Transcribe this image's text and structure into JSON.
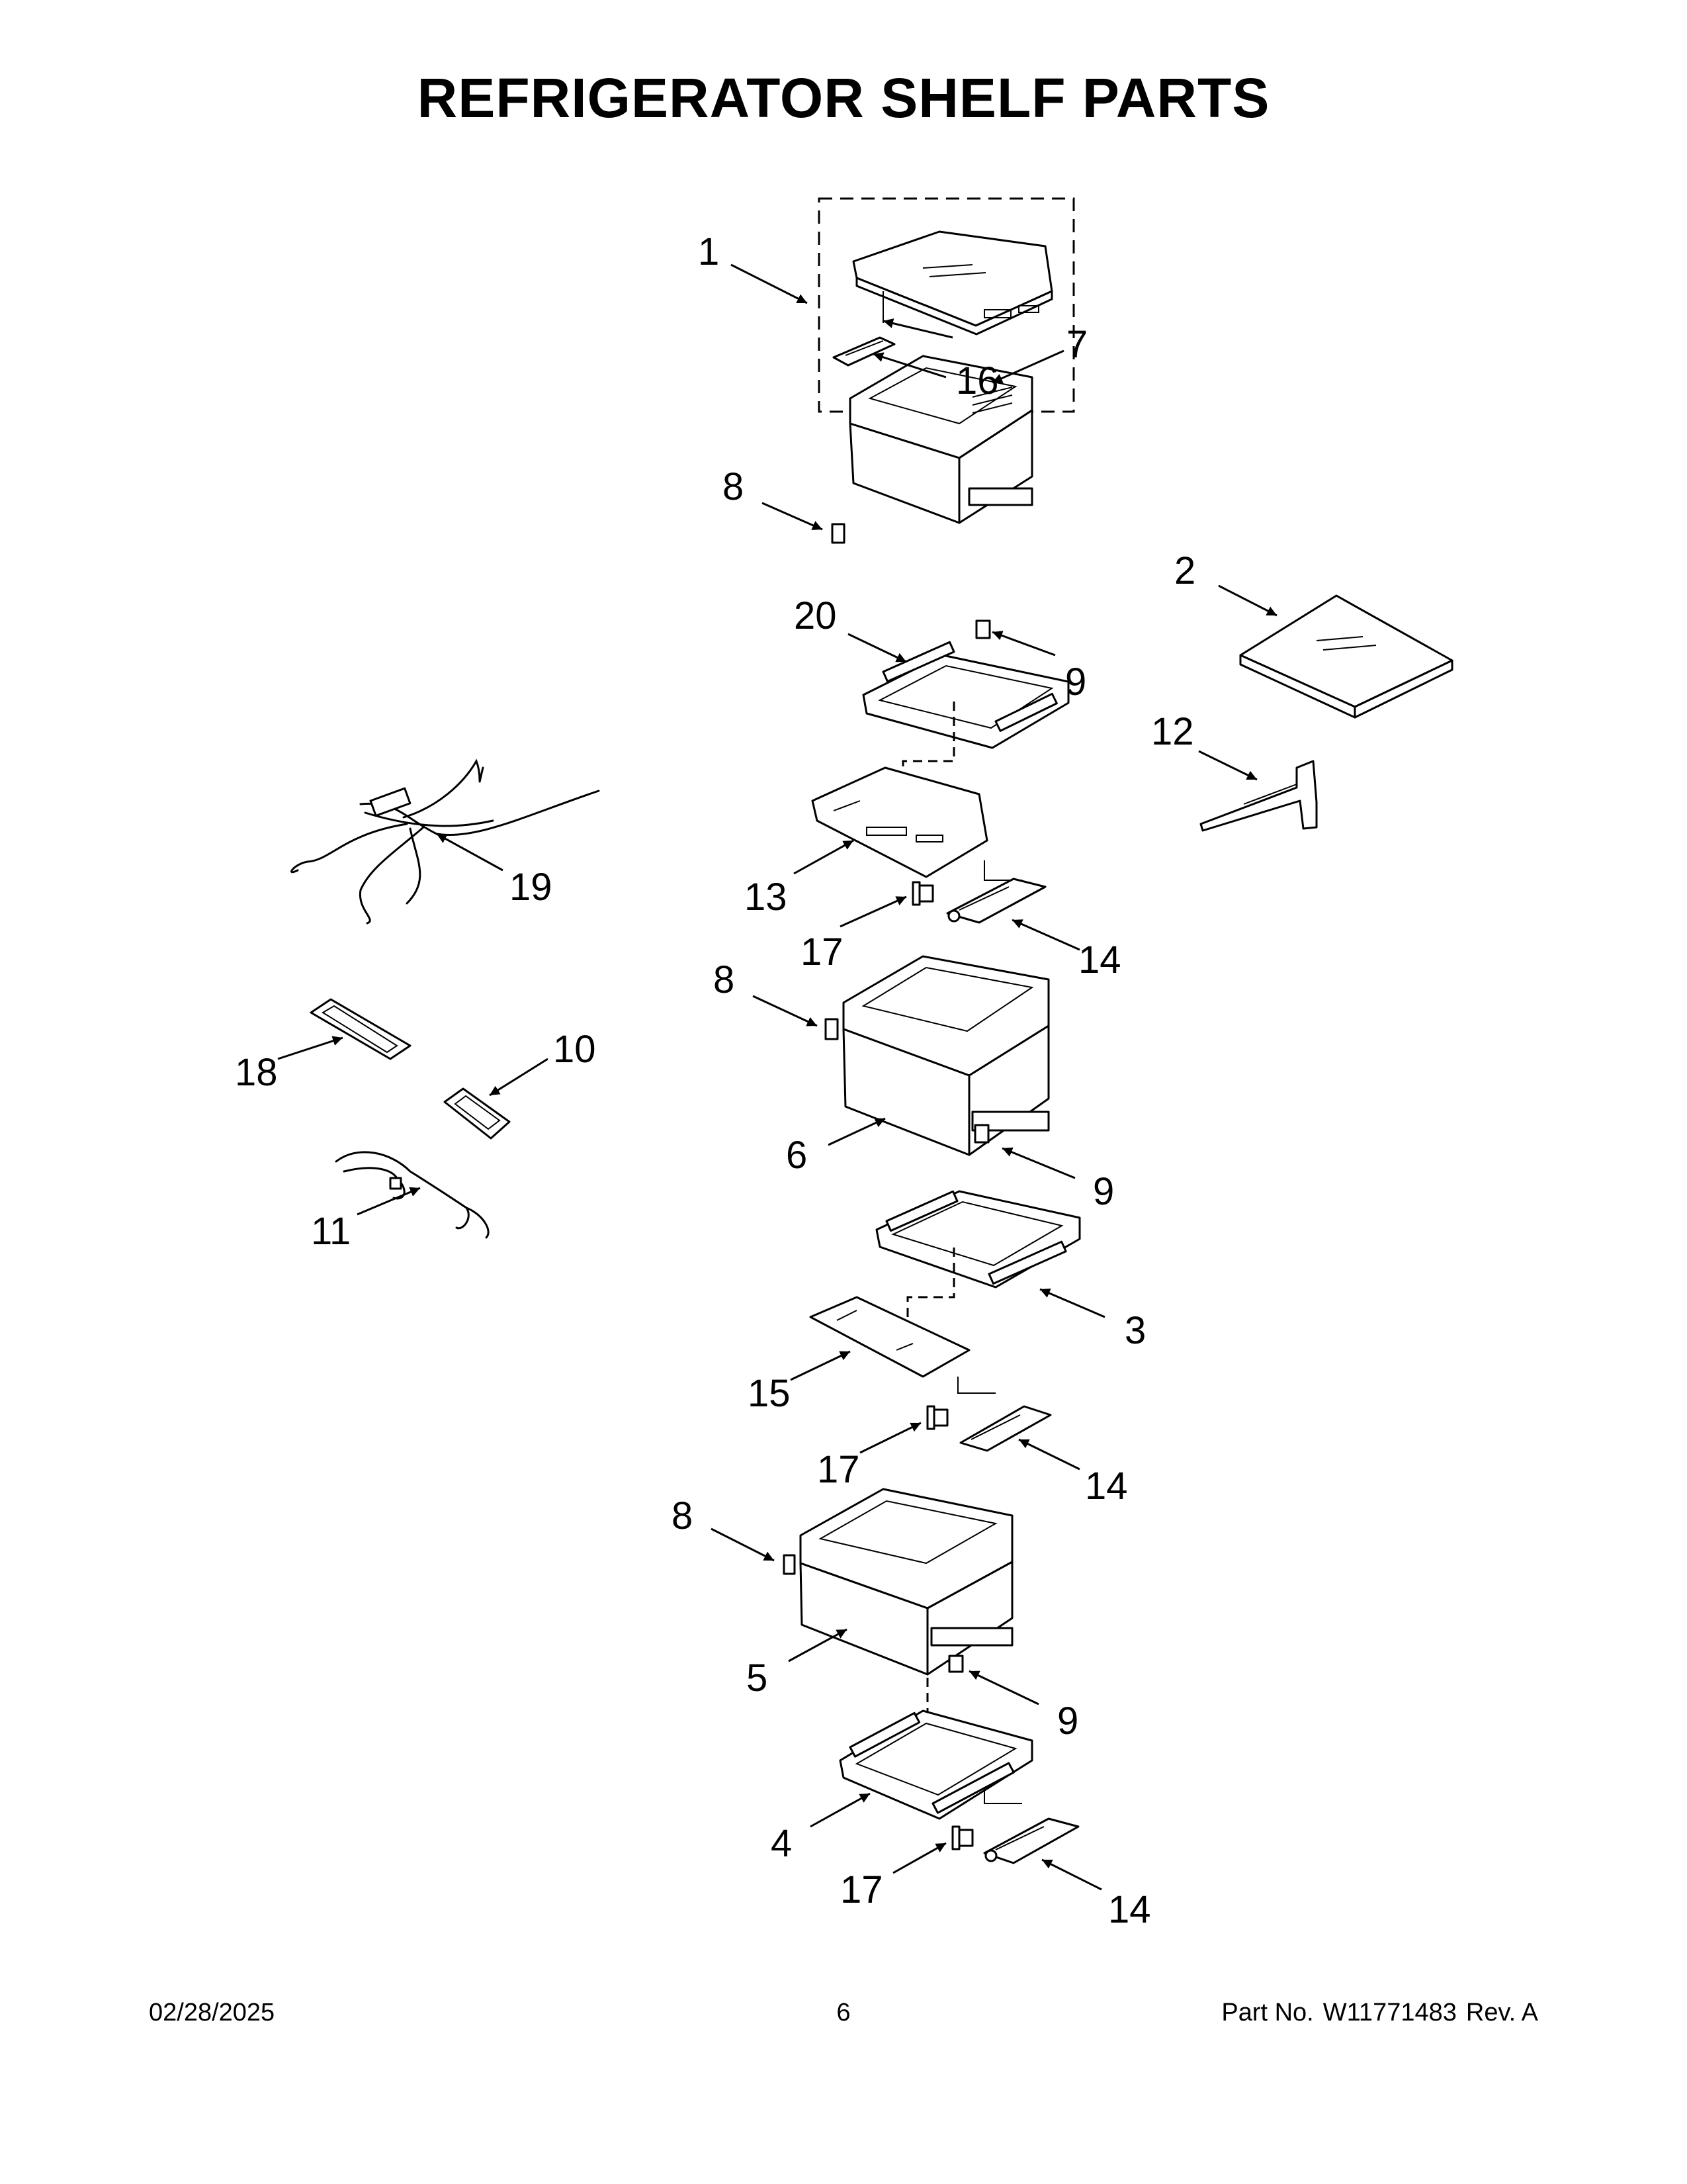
{
  "title": "REFRIGERATOR SHELF PARTS",
  "callouts": [
    "1",
    "16",
    "7",
    "8",
    "2",
    "20",
    "9",
    "12",
    "19",
    "13",
    "17",
    "14",
    "8",
    "18",
    "10",
    "6",
    "9",
    "11",
    "3",
    "15",
    "17",
    "14",
    "8",
    "5",
    "9",
    "4",
    "17",
    "14"
  ],
  "footer": {
    "date": "02/28/2025",
    "page": "6",
    "part_label": "Part No.",
    "part_number": "W11771483",
    "revision": "Rev. A"
  }
}
